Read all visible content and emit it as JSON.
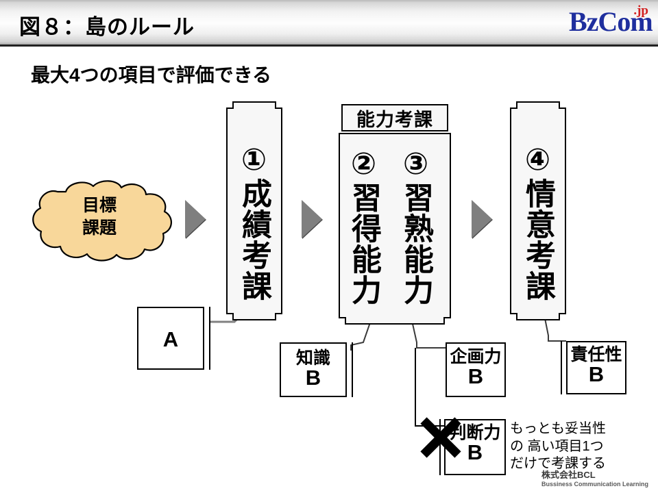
{
  "header": {
    "title": "図８：島のルール",
    "logo_main": "BzCom",
    "logo_tld": ".jp"
  },
  "subtitle": "最大4つの項目で評価できる",
  "cloud": {
    "line1": "目標",
    "line2": "課題",
    "fill_color": "#F8D79A",
    "stroke_color": "#000000"
  },
  "arrows": {
    "glyph": "triangle-right",
    "color": "#7F7F7F",
    "count": 3
  },
  "columns": [
    {
      "id": "col-1",
      "number": "①",
      "label": "成績考課",
      "vertical_text": "①成績考課"
    },
    {
      "id": "col-2",
      "number": "②",
      "label": "習得能力",
      "vertical_text": "②習得能力"
    },
    {
      "id": "col-3",
      "number": "③",
      "label": "習熟能力",
      "vertical_text": "③習熟能力"
    },
    {
      "id": "col-4",
      "number": "④",
      "label": "情意考課",
      "vertical_text": "④情意考課"
    }
  ],
  "middle_header": "能力考課",
  "leaf_boxes": [
    {
      "id": "box-a",
      "title": "",
      "grade": "A"
    },
    {
      "id": "box-chishiki",
      "title": "知識",
      "grade": "B"
    },
    {
      "id": "box-kikaku",
      "title": "企画力",
      "grade": "B"
    },
    {
      "id": "box-handan",
      "title": "判断力",
      "grade": "B"
    },
    {
      "id": "box-sekinin",
      "title": "責任性",
      "grade": "B"
    }
  ],
  "x_mark": {
    "name": "cross-out",
    "color": "#000000"
  },
  "note": "もっとも妥当性\nの 高い項目1つ\nだけで考課する",
  "footer": {
    "company_jp": "株式会社BCL",
    "company_en": "Bussiness Communication Learning"
  }
}
